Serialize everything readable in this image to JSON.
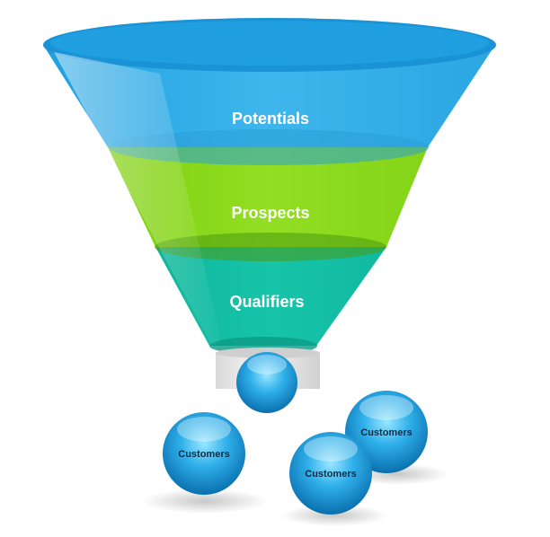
{
  "funnel": {
    "stages": [
      {
        "label": "Potentials",
        "color": "#3eb4ea"
      },
      {
        "label": "Prospects",
        "color": "#8fdc1e"
      },
      {
        "label": "Qualifiers",
        "color": "#12c0a6"
      }
    ],
    "spout_color": "#e8e8e8"
  },
  "balls": [
    {
      "label": ""
    },
    {
      "label": "Customers"
    },
    {
      "label": "Customers"
    },
    {
      "label": "Customers"
    }
  ],
  "colors": {
    "ball_light": "#7fdcff",
    "ball_dark": "#0a7fc0",
    "label_text": "#ffffff"
  }
}
